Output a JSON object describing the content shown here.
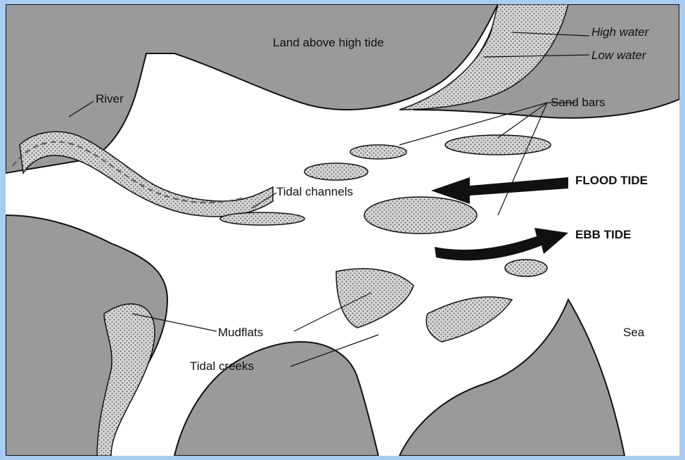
{
  "diagram": {
    "labels": {
      "land": "Land above high tide",
      "high_water": "High water",
      "low_water": "Low water",
      "river": "River",
      "sand_bars": "Sand bars",
      "flood_tide": "FLOOD TIDE",
      "tidal_channels": "Tidal channels",
      "ebb_tide": "EBB TIDE",
      "mudflats": "Mudflats",
      "tidal_creeks": "Tidal creeks",
      "sea": "Sea"
    },
    "colors": {
      "land": "#9a9a9a",
      "water": "#ffffff",
      "sand": "#cfcfcf",
      "outline": "#111111",
      "page_background": "#a9cdf1"
    }
  }
}
